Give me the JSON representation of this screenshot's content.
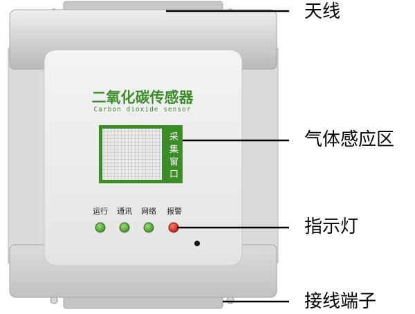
{
  "device": {
    "title_cn": "二氧化碳传感器",
    "title_en": "Carbon dioxide sensor",
    "window_label": [
      "采",
      "集",
      "窗",
      "口"
    ]
  },
  "indicators": [
    {
      "label": "运行",
      "color": "#5aa83a"
    },
    {
      "label": "通讯",
      "color": "#5aa83a"
    },
    {
      "label": "网络",
      "color": "#5aa83a"
    },
    {
      "label": "报警",
      "color": "#d9261c"
    }
  ],
  "callouts": {
    "antenna": "天线",
    "gas_area": "气体感应区",
    "indicator": "指示灯",
    "terminal": "接线端子"
  },
  "colors": {
    "brand_green": "#3c8c2a",
    "alarm_red": "#d9261c",
    "led_green": "#5aa83a"
  }
}
